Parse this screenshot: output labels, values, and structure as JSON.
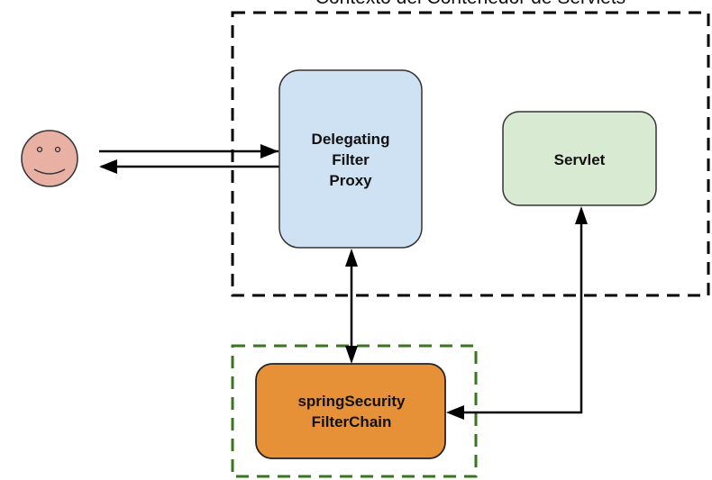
{
  "context_label": "Contexto del Contenedor de Servlets",
  "nodes": {
    "client": {
      "icon": "smiley-face-icon",
      "color": "#e8b1a4"
    },
    "delegating_filter_proxy": {
      "lines": [
        "Delegating",
        "Filter",
        "Proxy"
      ],
      "color": "#cfe2f3"
    },
    "servlet": {
      "lines": [
        "Servlet"
      ],
      "color": "#d9ead3"
    },
    "spring_security_filter_chain": {
      "lines": [
        "springSecurity",
        "FilterChain"
      ],
      "color": "#e69138"
    }
  },
  "colors": {
    "container_border": "#000000",
    "security_border": "#38761d"
  }
}
